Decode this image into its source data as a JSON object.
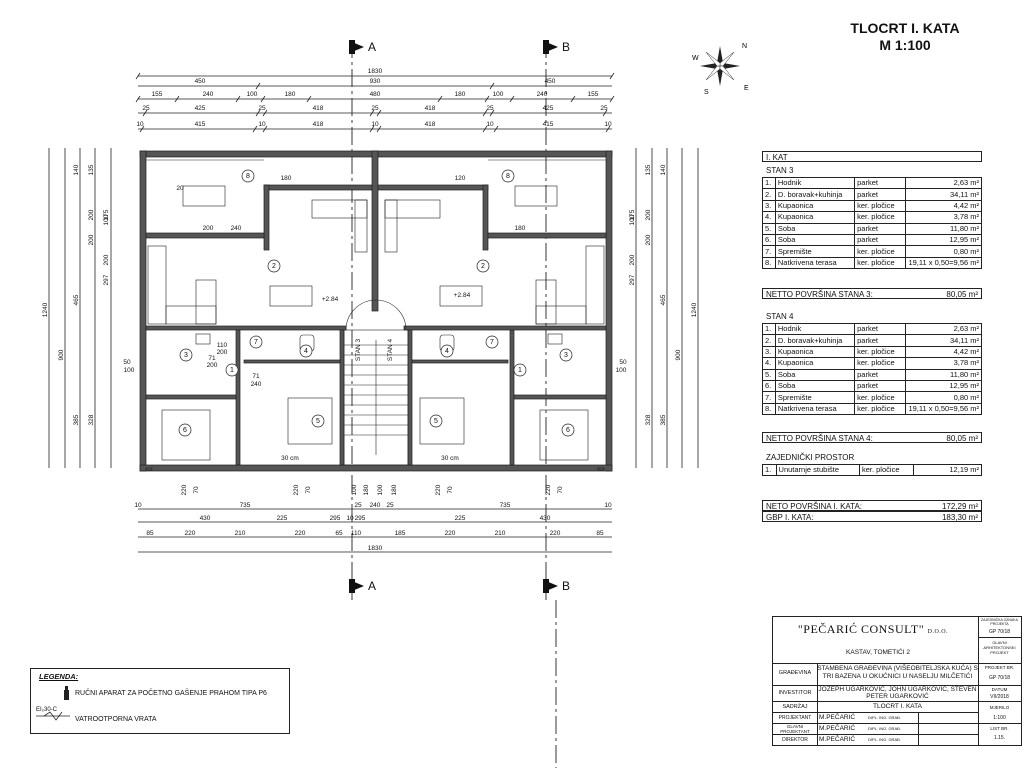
{
  "sheet": {
    "title_line1": "TLOCRT I. KATA",
    "title_line2": "M 1:100"
  },
  "sections": {
    "a": "A",
    "b": "B"
  },
  "dims": {
    "top1": "1830",
    "top2_left": "450",
    "top2_mid": "930",
    "top2_right": "450",
    "top3": [
      "155",
      "240",
      "100",
      "180",
      "480",
      "180",
      "100",
      "240",
      "155"
    ],
    "top4": [
      "25",
      "425",
      "25",
      "418",
      "25",
      "418",
      "25",
      "425",
      "25"
    ],
    "top5": [
      "10",
      "415",
      "10",
      "418",
      "10",
      "418",
      "10",
      "415",
      "10"
    ],
    "bot1": [
      "10",
      "735",
      "25",
      "240",
      "25",
      "735",
      "10"
    ],
    "bot2": [
      "430",
      "225",
      "295",
      "10",
      "295",
      "225",
      "430"
    ],
    "bot3": [
      "85",
      "220",
      "210",
      "220",
      "65",
      "110",
      "185",
      "220",
      "210",
      "220",
      "85"
    ],
    "bot4": "1830",
    "left": [
      "1240",
      "900",
      "465",
      "200",
      "200",
      "385",
      "328",
      "140",
      "135",
      "297",
      "100",
      "175",
      "200"
    ],
    "right": [
      "1240",
      "900",
      "465",
      "200",
      "200",
      "385",
      "328",
      "140",
      "135",
      "297",
      "100",
      "175",
      "200"
    ],
    "side_50_100": [
      "50",
      "100"
    ],
    "door": [
      "220",
      "70",
      "220",
      "70",
      "100",
      "180",
      "100",
      "180",
      "220",
      "70",
      "220",
      "70"
    ],
    "levels": [
      "+2.84",
      "+2.84"
    ],
    "rooms": [
      "1",
      "2",
      "3",
      "4",
      "5",
      "6",
      "7",
      "8"
    ],
    "stair": [
      "STAN 3",
      "STAN 4"
    ],
    "room_small": [
      "110",
      "200",
      "71",
      "200",
      "71",
      "240",
      "200",
      "240",
      "20",
      "180",
      "120",
      "180",
      "30 cm",
      "30 cm"
    ]
  },
  "compass": {
    "labels": [
      "N",
      "W",
      "S",
      "E"
    ]
  },
  "table": {
    "title": "I. KAT",
    "stan3": {
      "label": "STAN 3",
      "rows": [
        [
          "1.",
          "Hodnik",
          "parket",
          "2,63 m²"
        ],
        [
          "2.",
          "D. boravak+kuhinja",
          "parket",
          "34,11 m²"
        ],
        [
          "3.",
          "Kupaonica",
          "ker. pločice",
          "4,42 m²"
        ],
        [
          "4.",
          "Kupaonica",
          "ker. pločice",
          "3,78 m²"
        ],
        [
          "5.",
          "Soba",
          "parket",
          "11,80 m²"
        ],
        [
          "6.",
          "Soba",
          "parket",
          "12,95 m²"
        ],
        [
          "7.",
          "Spremište",
          "ker. pločice",
          "0,80 m²"
        ],
        [
          "8.",
          "Natkrivena terasa",
          "ker. pločice",
          "19,11 x 0,50=9,56 m²"
        ]
      ],
      "total_label": "NETTO POVRŠINA STANA 3:",
      "total": "80,05 m²"
    },
    "stan4": {
      "label": "STAN 4",
      "rows": [
        [
          "1.",
          "Hodnik",
          "parket",
          "2,63 m²"
        ],
        [
          "2.",
          "D. boravak+kuhinja",
          "parket",
          "34,11 m²"
        ],
        [
          "3.",
          "Kupaonica",
          "ker. pločice",
          "4,42 m²"
        ],
        [
          "4.",
          "Kupaonica",
          "ker. pločice",
          "3,78 m²"
        ],
        [
          "5.",
          "Soba",
          "parket",
          "11,80 m²"
        ],
        [
          "6.",
          "Soba",
          "parket",
          "12,95 m²"
        ],
        [
          "7.",
          "Spremište",
          "ker. pločice",
          "0,80 m²"
        ],
        [
          "8.",
          "Natkrivena terasa",
          "ker. pločice",
          "19,11 x 0,50=9,56 m²"
        ]
      ],
      "total_label": "NETTO POVRŠINA STANA 4:",
      "total": "80,05 m²"
    },
    "common": {
      "label": "ZAJEDNIČKI PROSTOR",
      "rows": [
        [
          "1.",
          "Unutarnje stubište",
          "ker. pločice",
          "12,19 m²"
        ]
      ]
    },
    "neto_label": "NETO POVRŠINA I. KATA:",
    "neto": "172,29 m²",
    "gbp_label": "GBP I. KATA:",
    "gbp": "183,30 m²"
  },
  "legend": {
    "title": "LEGENDA:",
    "item1": "RUČNI APARAT ZA POČETNO GAŠENJE PRAHOM TIPA P6",
    "item2": "VATROOTPORNA VRATA",
    "sym2": "EI₂30-C"
  },
  "titleblock": {
    "firm": "\"PEČARIĆ CONSULT\"",
    "firm_suffix": "D.O.O.",
    "address": "KASTAV, TOMETIĆI 2",
    "l_gradevina": "GRAĐEVINA",
    "gradevina": "STAMBENA GRAĐEVINA (VIŠEOBITELJSKA KUĆA) S TRI BAZENA U OKUĆNICI U NASELJU MILČETIĆI",
    "l_investitor": "INVESTITOR",
    "investitor": "JOZEPH UGARKOVIĆ, JOHN UGARKOVIĆ, STEVEN PETER UGARKOVIĆ",
    "l_sadrzaj": "SADRŽAJ",
    "sadrzaj": "TLOCRT I. KATA",
    "l_projektant": "PROJEKTANT",
    "projektant": "M.PEČARIĆ",
    "l_glavni": "GLAVNI PROJEKTANT",
    "glavni": "M.PEČARIĆ",
    "l_direktor": "DIREKTOR",
    "direktor": "M.PEČARIĆ",
    "dipl": "DIPL. ING. GRAĐ.",
    "r1_label": "ZAJEDNIČKA OZNAKA PROJEKTA",
    "r1": "GP 70/18",
    "r2_label": "GLAVNI ARHITEKTONSKI PROJEKT",
    "r3_label": "PROJEKT BR.",
    "r3": "GP 70/18",
    "r4_label": "DATUM",
    "r4": "VII/2018",
    "r5_label": "MJERILO",
    "r5": "1:100",
    "r6_label": "LIST BR.",
    "r6": "1.15."
  },
  "colors": {
    "line": "#222222",
    "fill": "#555555",
    "hatch": "#999999"
  }
}
